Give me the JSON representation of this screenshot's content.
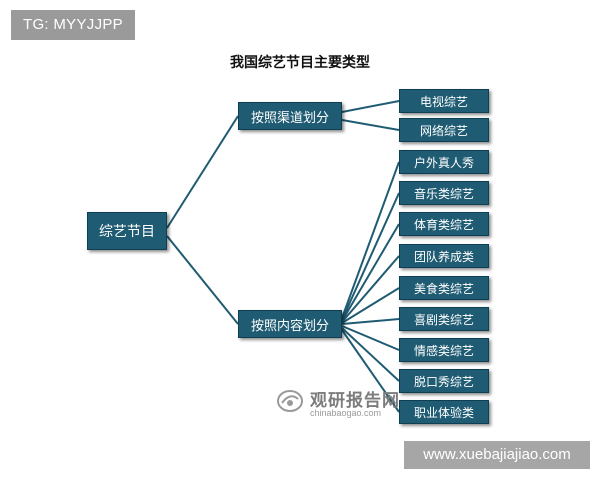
{
  "badge": {
    "text": "TG: MYYJJPP"
  },
  "title": "我国综艺节目主要类型",
  "root": {
    "label": "综艺节目"
  },
  "branches": [
    {
      "label": "按照渠道划分",
      "children": [
        "电视综艺",
        "网络综艺"
      ]
    },
    {
      "label": "按照内容划分",
      "children": [
        "户外真人秀",
        "音乐类综艺",
        "体育类综艺",
        "团队养成类",
        "美食类综艺",
        "喜剧类综艺",
        "情感类综艺",
        "脱口秀综艺",
        "职业体验类"
      ]
    }
  ],
  "watermark": {
    "brand": "观研报告网",
    "domain": "chinabaogao.com"
  },
  "footer": {
    "text": "www.xuebajiajiao.com"
  },
  "colors": {
    "node_fill": "#1f5b72",
    "connector": "#1f5b72"
  }
}
